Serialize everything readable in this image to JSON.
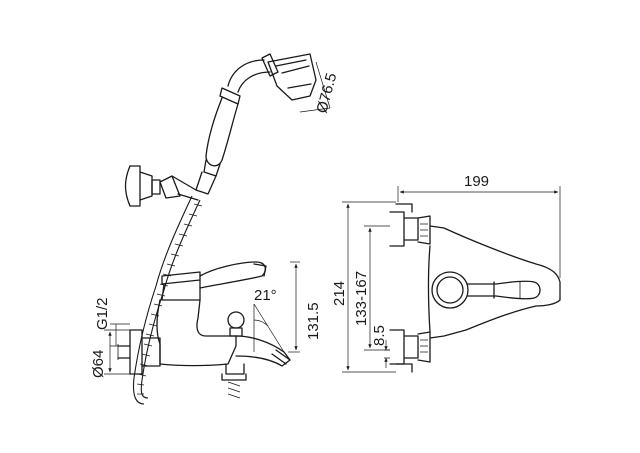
{
  "dimensions": {
    "handset_diameter": "Ø76.5",
    "connection_thread": "G1/2",
    "connection_diameter": "Ø64",
    "spout_angle": "21°",
    "spout_height": "131.5",
    "total_width": "199",
    "total_height": "214",
    "center_distance": "133-167",
    "offset": "8.5"
  }
}
